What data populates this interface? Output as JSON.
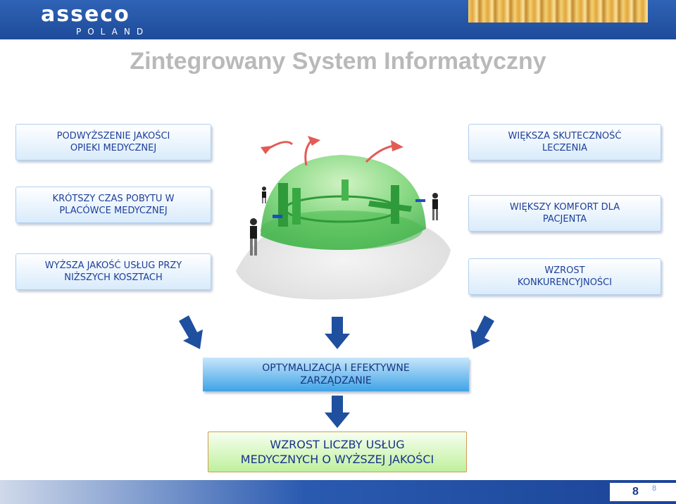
{
  "header": {
    "logo_word": "asseco",
    "logo_sub": "POLAND"
  },
  "title": "Zintegrowany System Informatyczny",
  "benefits": {
    "b1": [
      "PODWYŻSZENIE JAKOŚCI",
      "OPIEKI MEDYCZNEJ"
    ],
    "b2": [
      "WIĘKSZA SKUTECZNOŚĆ",
      "LECZENIA"
    ],
    "b3": [
      "KRÓTSZY CZAS POBYTU W",
      "PLACÓWCE MEDYCZNEJ"
    ],
    "b4": [
      "WIĘKSZY KOMFORT DLA",
      "PACJENTA"
    ],
    "b5": [
      "WYŻSZA JAKOŚĆ USŁUG PRZY",
      "NIŻSZYCH KOSZTACH"
    ],
    "b6": [
      "WZROST",
      "KONKURENCYJNOŚCI"
    ]
  },
  "optimization": [
    "OPTYMALIZACJA I EFEKTYWNE",
    "ZARZĄDZANIE"
  ],
  "result": [
    "WZROST LICZBY USŁUG",
    "MEDYCZNYCH O WYŻSZEJ JAKOŚCI"
  ],
  "footer": {
    "page": "8",
    "page_small": "8"
  },
  "colors": {
    "header_blue": "#2f63b6",
    "box_text": "#1e3f9a",
    "arrow_blue": "#1f4f9f",
    "dome_green": "#58c45a"
  }
}
